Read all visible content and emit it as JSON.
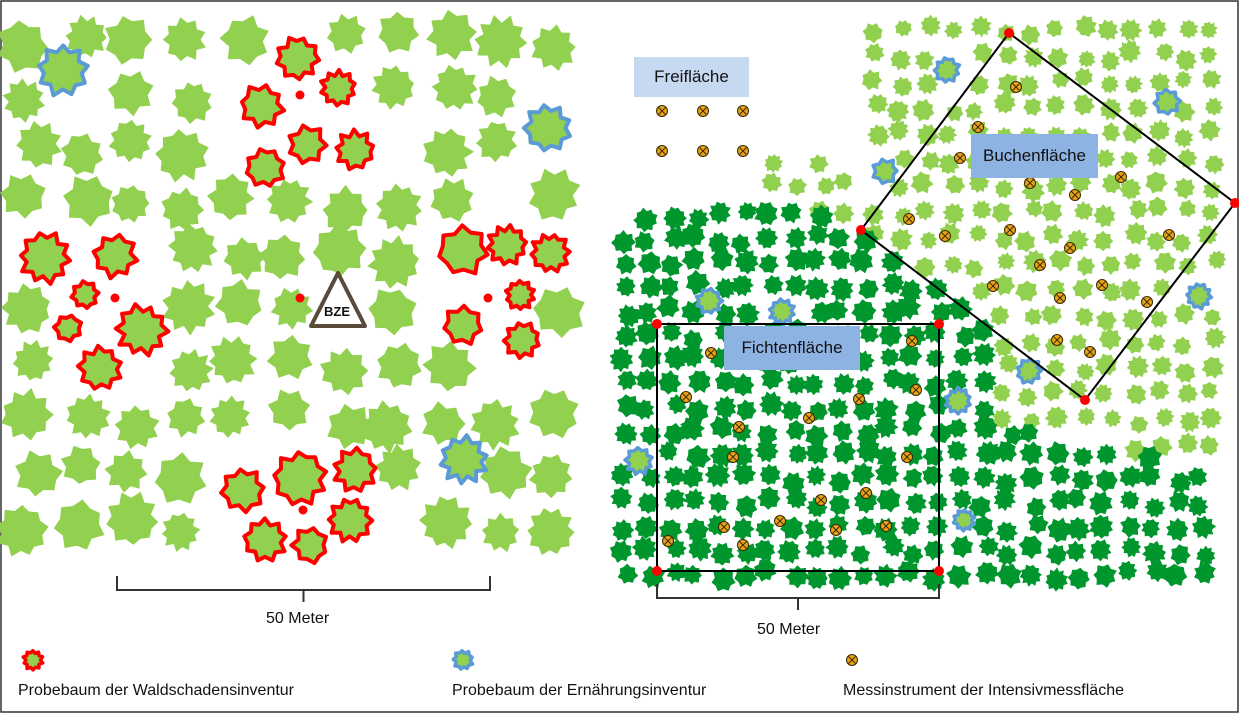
{
  "colors": {
    "tree_light": "#92d050",
    "tree_dark": "#00962e",
    "outline_red": "#ff0000",
    "outline_blue": "#5b9bd5",
    "label_box": "#8db3e2",
    "label_box_light": "#c6d9f1",
    "instrument_fill": "#e8a317",
    "corner_red": "#ff0000",
    "frame": "#333333"
  },
  "labels": {
    "freiflaeche": "Freifläche",
    "buchenflaeche": "Buchenfläche",
    "fichtenflaeche": "Fichtenfläche",
    "bze": "BZE"
  },
  "scale_bars": {
    "left": "50 Meter",
    "right": "50 Meter"
  },
  "legend": [
    {
      "icon": "red-outlined-tree-icon",
      "text": "Probebaum der Waldschadensinventur"
    },
    {
      "icon": "blue-outlined-tree-icon",
      "text": "Probebaum der Ernährungsinventur"
    },
    {
      "icon": "measuring-instrument-icon",
      "text": "Messinstrument der Intensivmessfläche"
    }
  ]
}
